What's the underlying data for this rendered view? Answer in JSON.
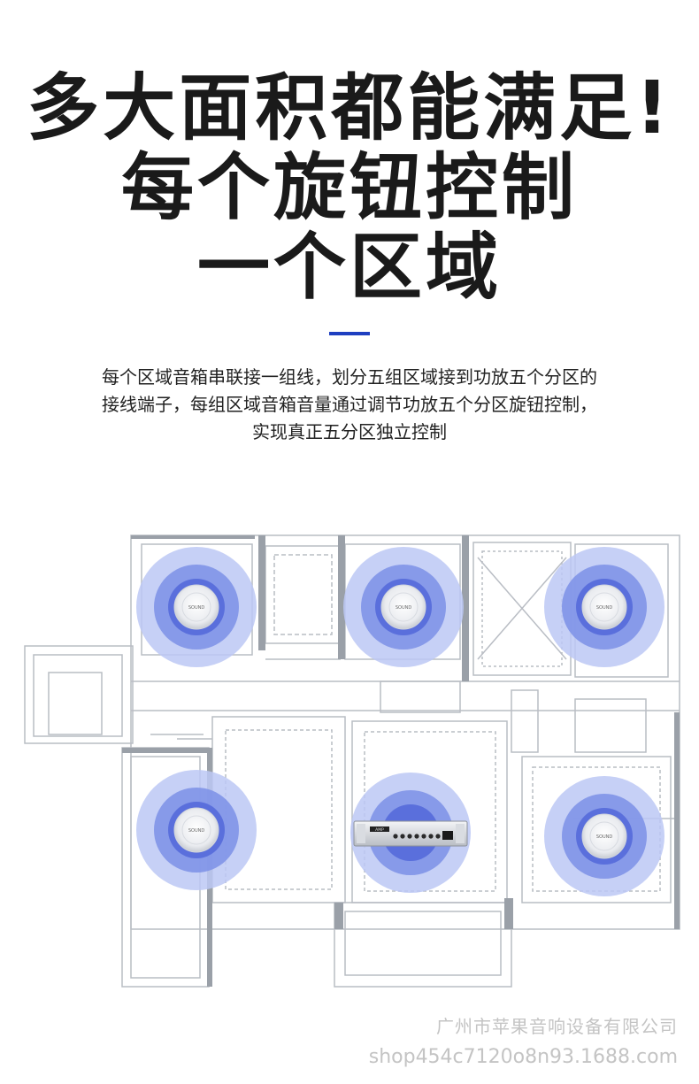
{
  "headline": {
    "line1": "多大面积都能满足!",
    "line2": "每个旋钮控制",
    "line3": "一个区域"
  },
  "description": {
    "line1": "每个区域音箱串联接一组线，划分五组区域接到功放五个分区的",
    "line2": "接线端子，每组区域音箱音量通过调节功放五个分区旋钮控制，",
    "line3": "实现真正五分区独立控制"
  },
  "colors": {
    "accent": "#1e3fc0",
    "zone_outer": "#bcc8f4",
    "zone_mid": "#7f93e8",
    "zone_inner": "#5a6fdc",
    "plan_line": "#b9bdc4"
  },
  "plan": {
    "speaker_logo": "SOUND",
    "amplifier_label": "AMP"
  },
  "watermark": {
    "company": "广州市苹果音响设备有限公司",
    "shop": "shop454c7120o8n93.1688.com"
  }
}
